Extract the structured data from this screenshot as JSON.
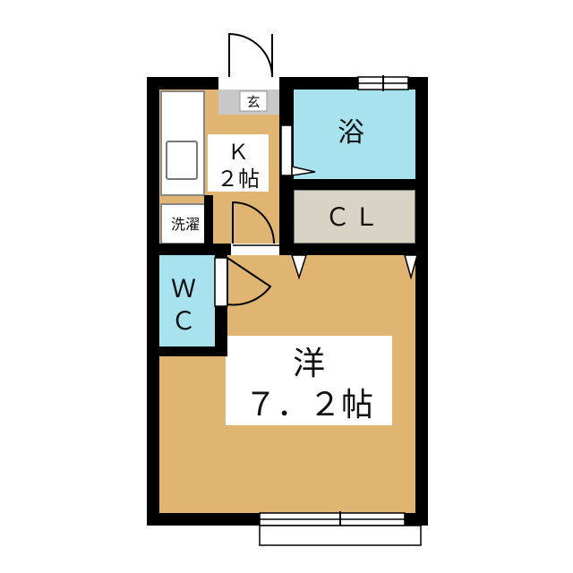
{
  "rooms": {
    "entrance": "玄",
    "bath": "浴",
    "kitchen_line1": "Ｋ",
    "kitchen_line2": "２帖",
    "laundry": "洗濯",
    "closet": "ＣＬ",
    "toilet_line1": "Ｗ",
    "toilet_line2": "Ｃ",
    "western_line1": "洋",
    "western_line2": "７．２帖"
  },
  "colors": {
    "wall": "#000000",
    "wood_floor": "#e0b572",
    "tile_floor": "#a8e2ee",
    "storage": "#d8d3c4",
    "label_box": "#ffffff"
  }
}
